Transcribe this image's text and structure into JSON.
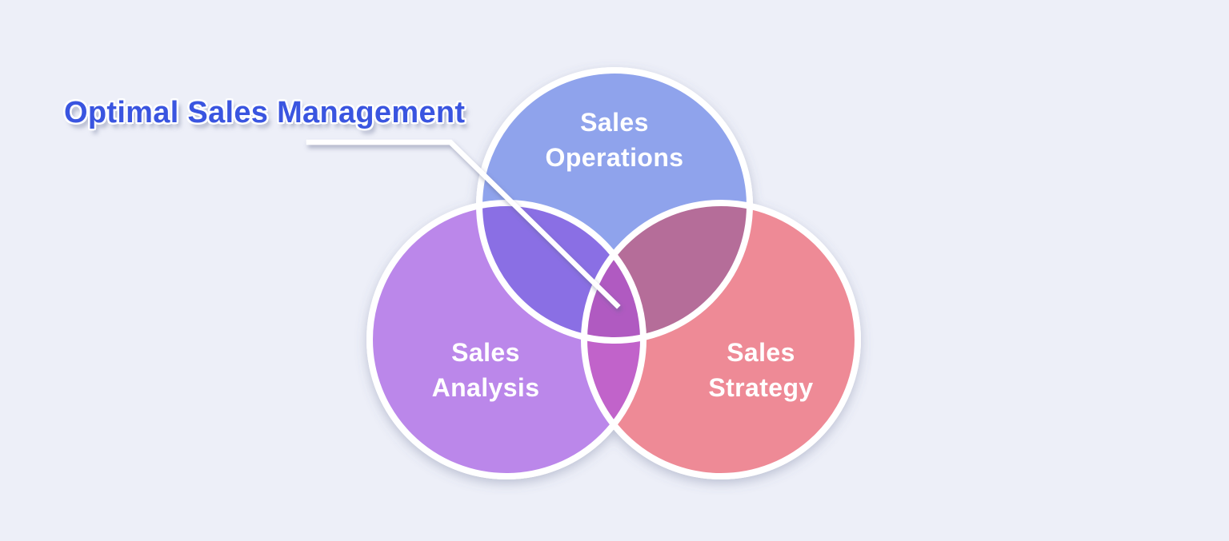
{
  "title": {
    "text": "Optimal Sales Management",
    "color": "#3a55e0"
  },
  "background_color": "#edeff8",
  "venn": {
    "outline_color": "#ffffff",
    "label_color": "#ffffff",
    "circles": [
      {
        "id": "sales-operations",
        "label": "Sales\nOperations",
        "color": "#8fa3ec",
        "position": "top"
      },
      {
        "id": "sales-analysis",
        "label": "Sales\nAnalysis",
        "color": "#bb87ea",
        "position": "bottom-left"
      },
      {
        "id": "sales-strategy",
        "label": "Sales\nStrategy",
        "color": "#ee8a96",
        "position": "bottom-right"
      }
    ],
    "overlaps": {
      "operations_analysis": "#8a6fe4",
      "operations_strategy": "#b56d99",
      "analysis_strategy": "#c163ca",
      "center": "#b05ac1"
    },
    "callout": {
      "color": "#ffffff",
      "points_to": "center"
    }
  }
}
